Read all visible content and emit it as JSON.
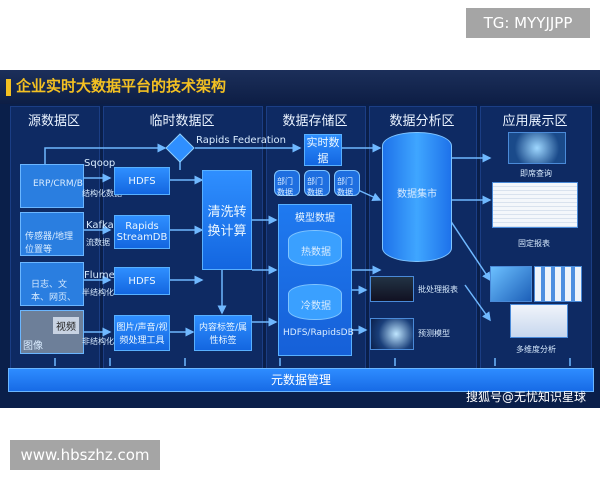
{
  "watermark_top": "TG: MYYJJPP",
  "watermark_bottom": "www.hbszhz.com",
  "title": "企业实时大数据平台的技术架构",
  "columns": {
    "source": "源数据区",
    "temp": "临时数据区",
    "storage": "数据存储区",
    "analysis": "数据分析区",
    "app": "应用展示区"
  },
  "sources": [
    {
      "name": "ERP/CRM/BCM",
      "tool": "Sqoop",
      "type": "结构化数据"
    },
    {
      "name": "传感器/地理位置等",
      "tool": "Kafka",
      "type": "流数据"
    },
    {
      "name": "日志、文本、网页、论坛",
      "tool": "Flume",
      "type": "半结构化"
    },
    {
      "name": "图像",
      "overlay": "视频",
      "tool": "",
      "type": "非结构化"
    }
  ],
  "temp_blocks": [
    "HDFS",
    "Rapids StreamDB",
    "HDFS",
    "图片/声音/视频处理工具"
  ],
  "rapids_federation": "Rapids Federation",
  "clean": "清洗转换计算",
  "tagging": "内容标签/属性标签",
  "realtime": "实时数据",
  "dept": [
    "部门数据",
    "部门数据",
    "部门数据"
  ],
  "model": "模型数据",
  "hot": "热数据",
  "cold": "冷数据",
  "hdfs_rapids": "HDFS/RapidsDB",
  "mart": "数据集市",
  "batch_report": "批处理报表",
  "predict": "预测模型",
  "apps": [
    "即席查询",
    "固定报表",
    "多维度分析"
  ],
  "meta": "元数据管理",
  "credit": "搜狐号@无忧知识星球"
}
